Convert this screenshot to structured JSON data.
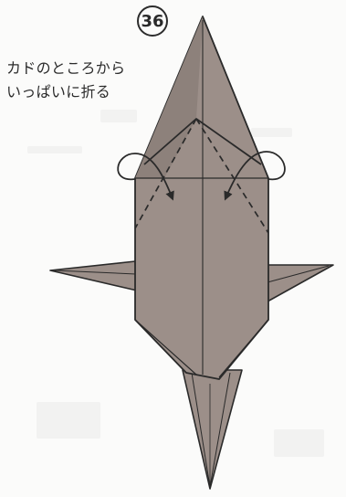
{
  "step": {
    "number": "36"
  },
  "instruction": {
    "line1": "カドのところから",
    "line2": "いっぱいに折る"
  },
  "colors": {
    "paper_fill": "#9c8f89",
    "paper_fill_dark": "#8d817b",
    "outline": "#2a2a2a",
    "page_background": "#fbfbfa"
  },
  "icons": {
    "left_fold_arrow": "curved-arrow-down-right-icon",
    "right_fold_arrow": "curved-arrow-down-left-icon",
    "valley_fold_lines": "dashed-valley-fold-icon"
  }
}
